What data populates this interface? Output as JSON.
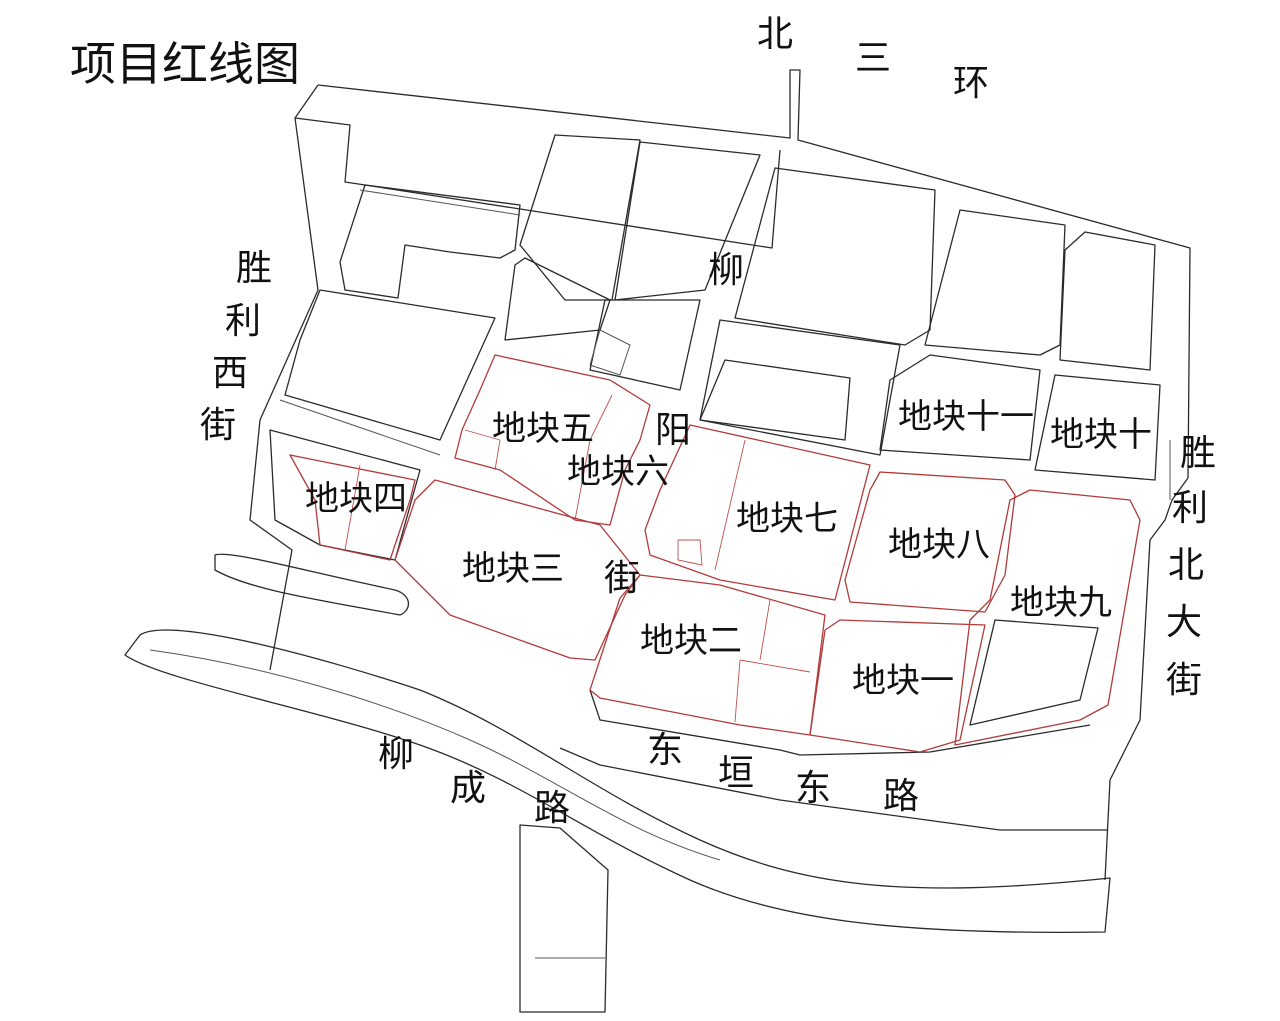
{
  "title": "项目红线图",
  "parcels": {
    "p1": "地块一",
    "p2": "地块二",
    "p3": "地块三",
    "p4": "地块四",
    "p5": "地块五",
    "p6": "地块六",
    "p7": "地块七",
    "p8": "地块八",
    "p9": "地块九",
    "p10": "地块十",
    "p11": "地块十一"
  },
  "roads": {
    "north_ring": [
      "北",
      "三",
      "环"
    ],
    "shengli_west": [
      "胜",
      "利",
      "西",
      "街"
    ],
    "liuyang": [
      "柳",
      "阳",
      "街"
    ],
    "shengli_north": [
      "胜",
      "利",
      "北",
      "大",
      "街"
    ],
    "liucheng": [
      "柳",
      "成",
      "路"
    ],
    "dongyuan_east": [
      "东",
      "垣",
      "东",
      "路"
    ]
  },
  "colors": {
    "block_outline": "#2b2b2b",
    "project_redline": "#b23a3a",
    "background": "#ffffff"
  }
}
